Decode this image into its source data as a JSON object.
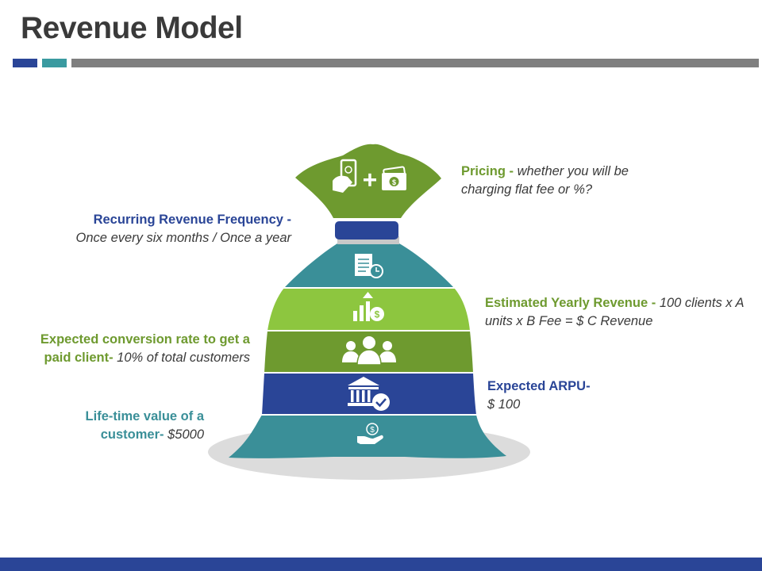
{
  "header": {
    "title": "Revenue Model"
  },
  "colors": {
    "top_green": "#6e9a2f",
    "navy": "#2a4597",
    "teal": "#3a8f98",
    "lime": "#8dc63f",
    "olive": "#6e9a2f",
    "shadow": "#dcdcdc"
  },
  "labels": {
    "pricing": {
      "heading": "Pricing - ",
      "detail": "whether you will be charging flat fee or %?"
    },
    "recurring": {
      "heading": "Recurring Revenue Frequency - ",
      "detail": "Once every six months / Once a year"
    },
    "yearly": {
      "heading": "Estimated Yearly Revenue - ",
      "detail": "100 clients x A units x B Fee = $ C Revenue"
    },
    "conversion": {
      "heading": "Expected conversion rate to get a paid client- ",
      "detail": "10% of total customers"
    },
    "arpu": {
      "heading": "Expected ARPU- ",
      "detail": "$ 100"
    },
    "lifetime": {
      "heading": "Life-time value of a customer- ",
      "detail": "$5000"
    }
  },
  "icons": [
    "payment-icon",
    "document-clock-icon",
    "growth-dollar-icon",
    "people-icon",
    "bank-check-icon",
    "hand-dollar-icon"
  ]
}
